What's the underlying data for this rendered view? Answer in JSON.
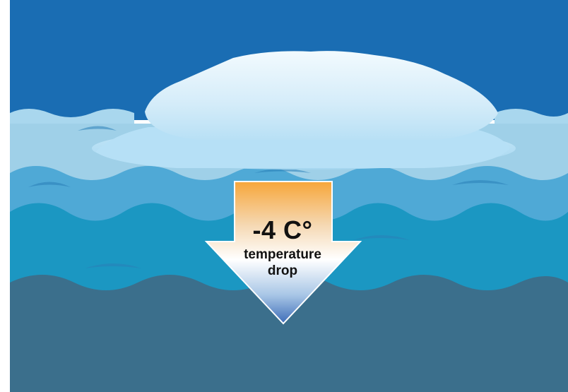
{
  "diagram": {
    "temperature_change": "-4 C°",
    "caption_line1": "temperature",
    "caption_line2": "drop"
  },
  "colors": {
    "sky": "#1a6db3",
    "ocean_top_band": "#9fd0e8",
    "ocean_mid_band": "#4fa9d6",
    "ocean_lower_band": "#1b97c2",
    "ocean_deep": "#3b6f8c",
    "iceberg_light": "#e3f3fc",
    "iceberg_shadow": "#a8d8f0",
    "arrow_top": "#f7a63a",
    "arrow_bottom": "#3d6cb8"
  }
}
